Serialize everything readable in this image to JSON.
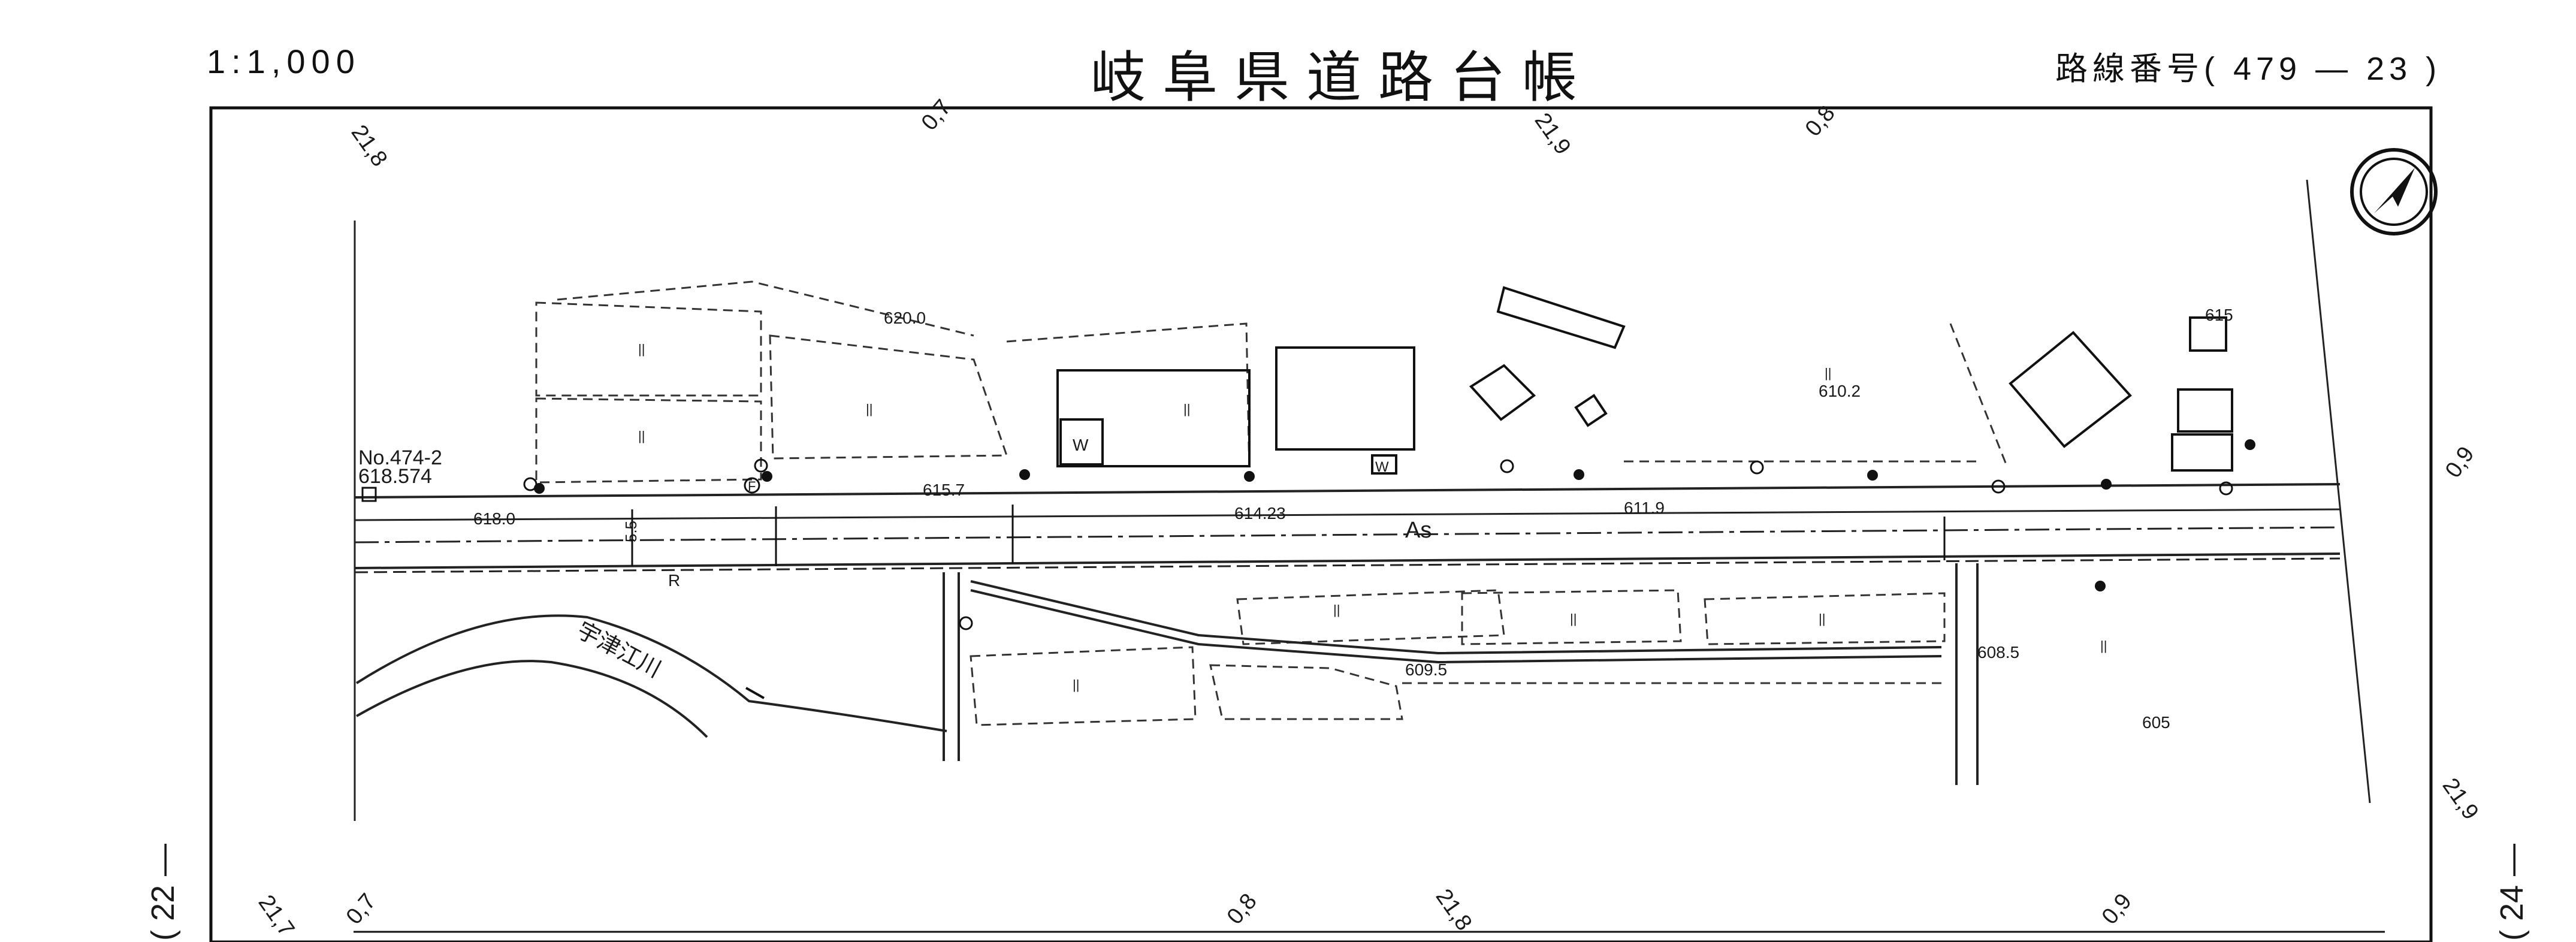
{
  "header": {
    "scale": "1:1,000",
    "title": "岐阜県道路台帳",
    "route_number": "路線番号( 479 — 23 )"
  },
  "neighbors": {
    "left_sheet": "( 22 —",
    "right_sheet": "( 24 —"
  },
  "north_arrow": "north-arrow-icon",
  "road": {
    "surface": "As",
    "width_mark": "5.5",
    "river_mark": "R"
  },
  "stations": {
    "top": [
      "21,8",
      "0,7",
      "21,9",
      "0,8",
      "0,9",
      "21,9"
    ],
    "bottom": [
      "21,7",
      "0,7",
      "0,8",
      "21,8",
      "0,9"
    ]
  },
  "benchmark": {
    "id": "No.474-2",
    "elevation": "618.574"
  },
  "elevations": [
    "620.0",
    "618.0",
    "615.7",
    "614.23",
    "611.9",
    "610.2",
    "609.5",
    "608.5",
    "605",
    "615"
  ],
  "river_name": "宇津江川",
  "land_use_marks": [
    "W",
    "W",
    "F",
    "||"
  ]
}
